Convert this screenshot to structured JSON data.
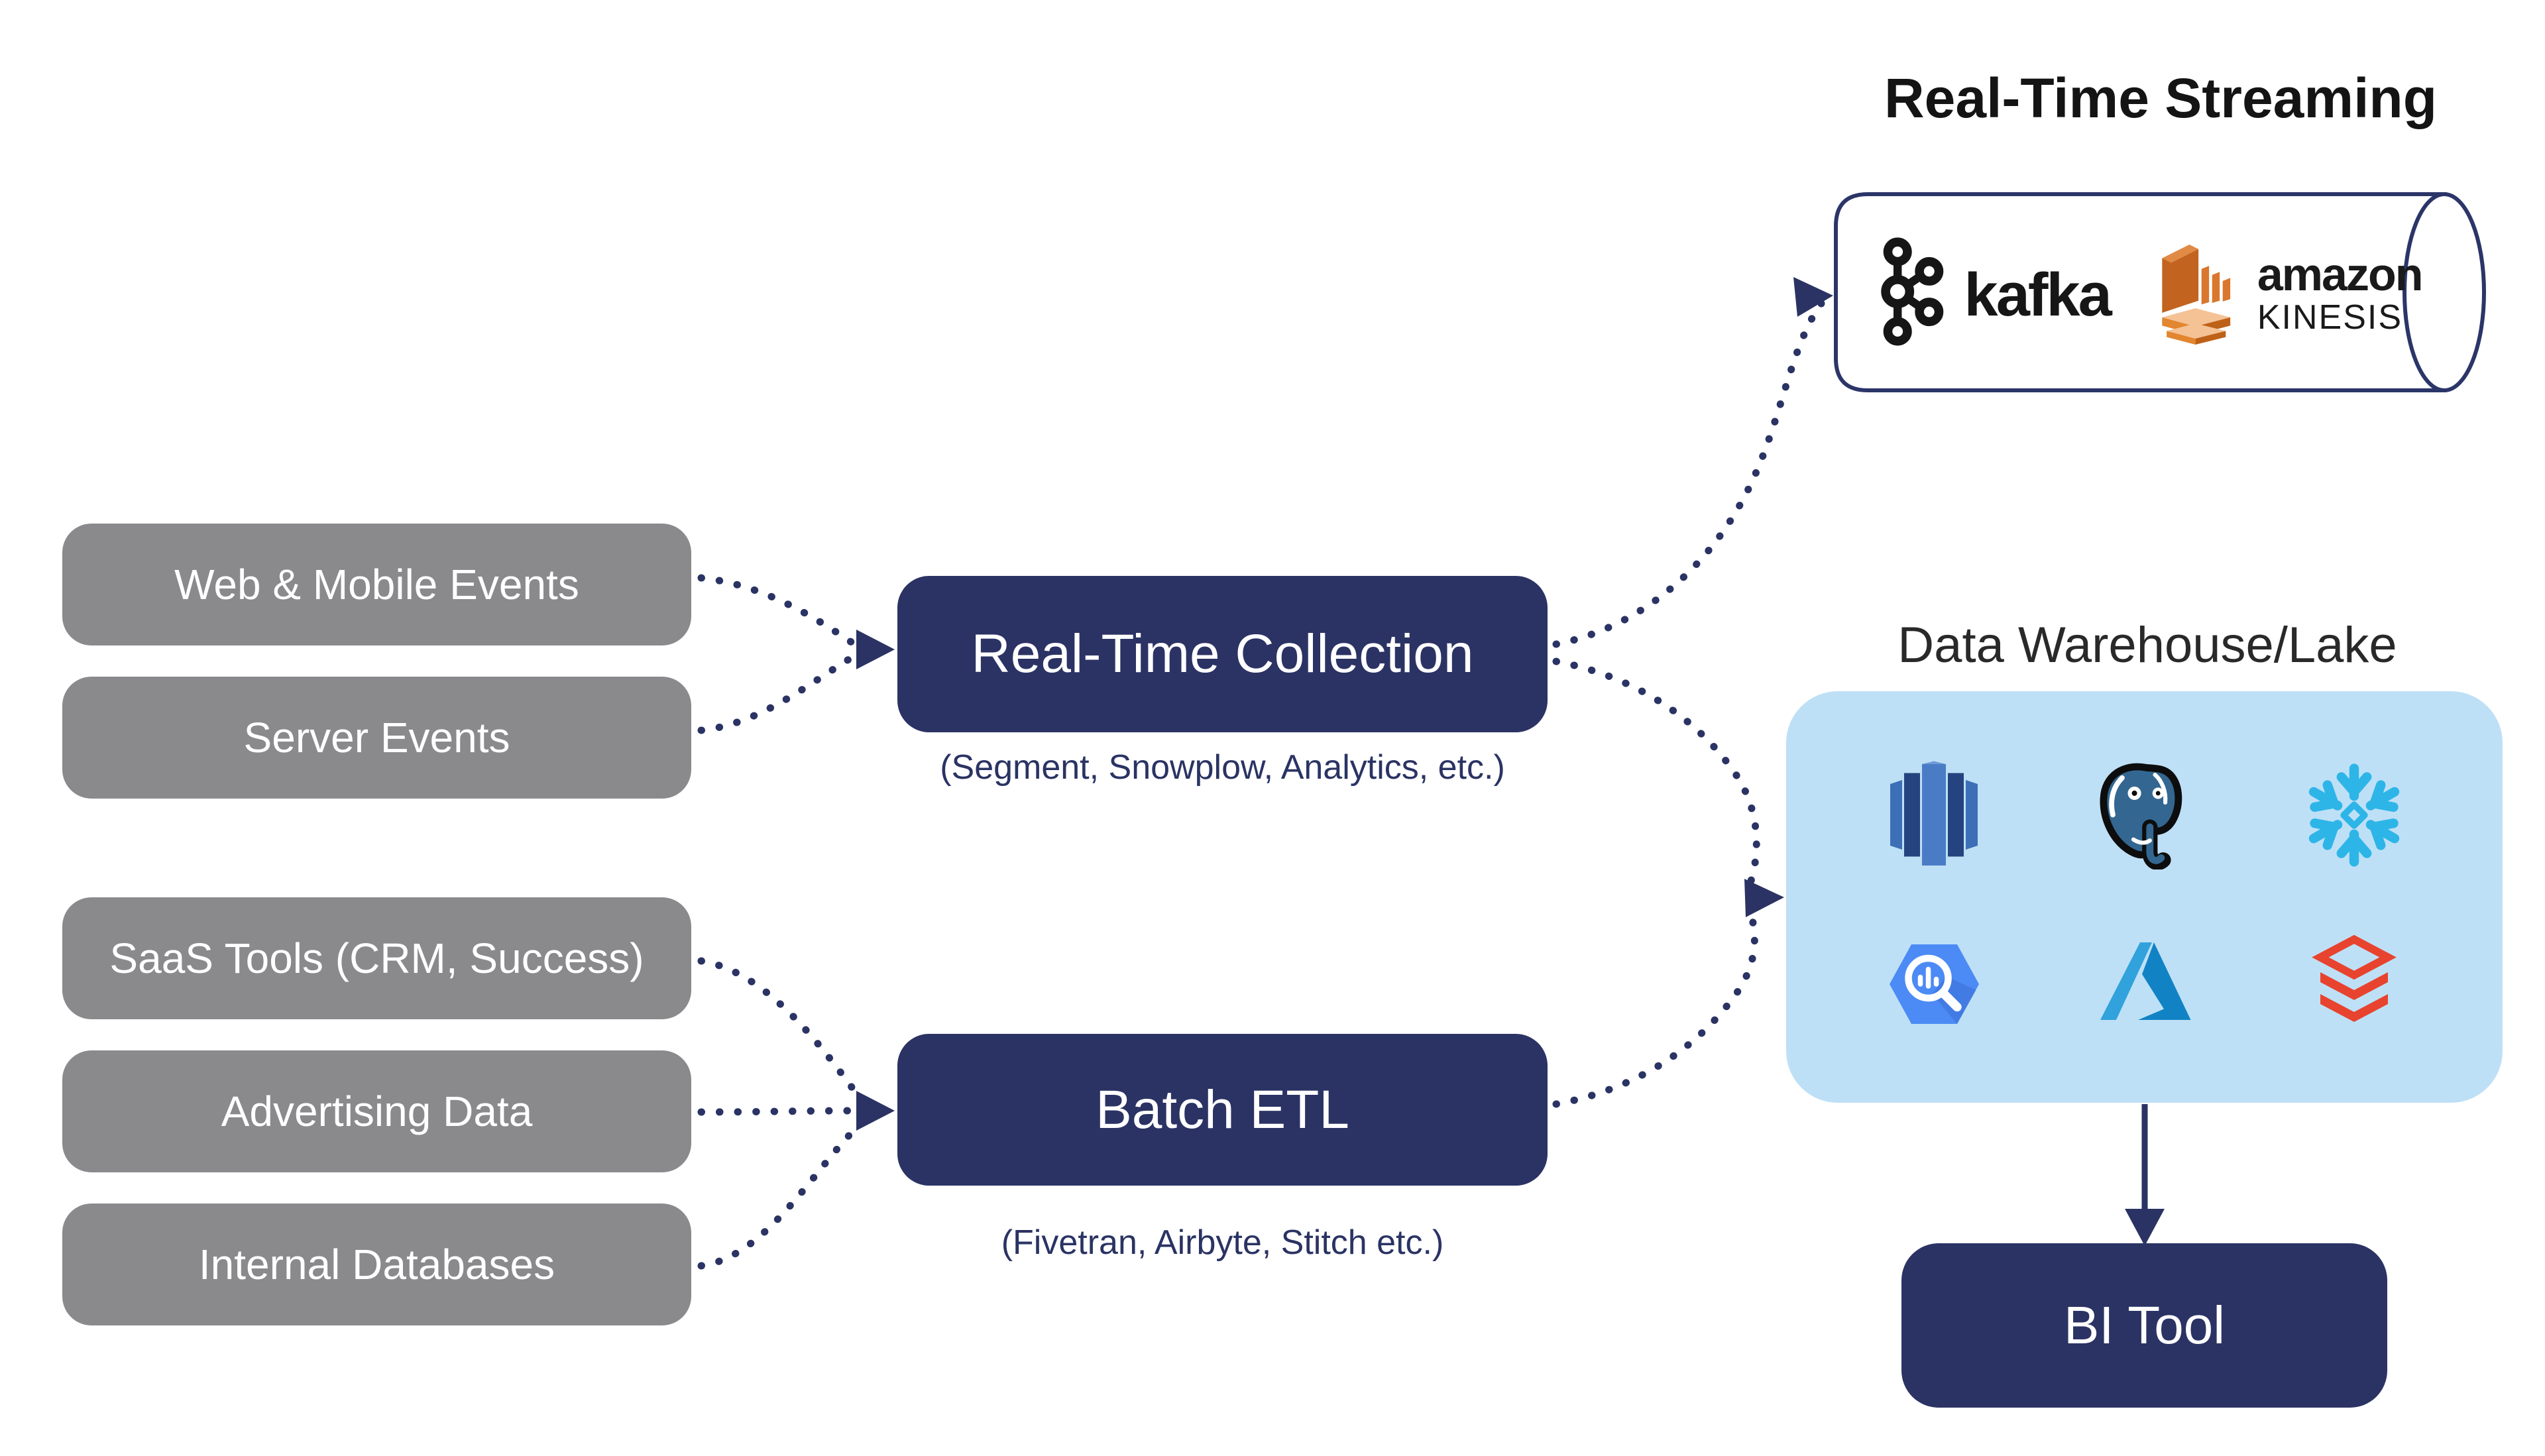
{
  "headings": {
    "streaming": "Real-Time Streaming",
    "warehouse": "Data Warehouse/Lake"
  },
  "sources": {
    "realtime": [
      {
        "label": "Web & Mobile Events"
      },
      {
        "label": "Server Events"
      }
    ],
    "batch": [
      {
        "label": "SaaS Tools (CRM, Success)"
      },
      {
        "label": "Advertising Data"
      },
      {
        "label": "Internal Databases"
      }
    ]
  },
  "processors": {
    "realtime": {
      "label": "Real-Time Collection",
      "caption": "(Segment, Snowplow, Analytics, etc.)"
    },
    "batch": {
      "label": "Batch ETL",
      "caption": "(Fivetran, Airbyte, Stitch etc.)"
    }
  },
  "streaming_tools": {
    "kafka_label": "kafka",
    "kinesis_label_top": "amazon",
    "kinesis_label_bottom": "KINESIS"
  },
  "warehouse_tools": {
    "row1": [
      "amazon-redshift",
      "postgresql",
      "snowflake"
    ],
    "row2": [
      "google-bigquery",
      "microsoft-azure",
      "databricks"
    ]
  },
  "bi": {
    "label": "BI Tool"
  },
  "colors": {
    "navy": "#2B3364",
    "arrow_navy": "#2A3363",
    "gray_box": "#8A8A8D",
    "warehouse_blue": "#BEE0F6",
    "snowflake_blue": "#2EB5E8",
    "databricks_red": "#E8432E",
    "kinesis_orange": "#D9772E",
    "bigquery_blue": "#4C8BF5",
    "azure_blue": "#1183C4",
    "postgres_blue": "#336791",
    "redshift_dark": "#24437F",
    "redshift_mid": "#4A7CC6"
  }
}
